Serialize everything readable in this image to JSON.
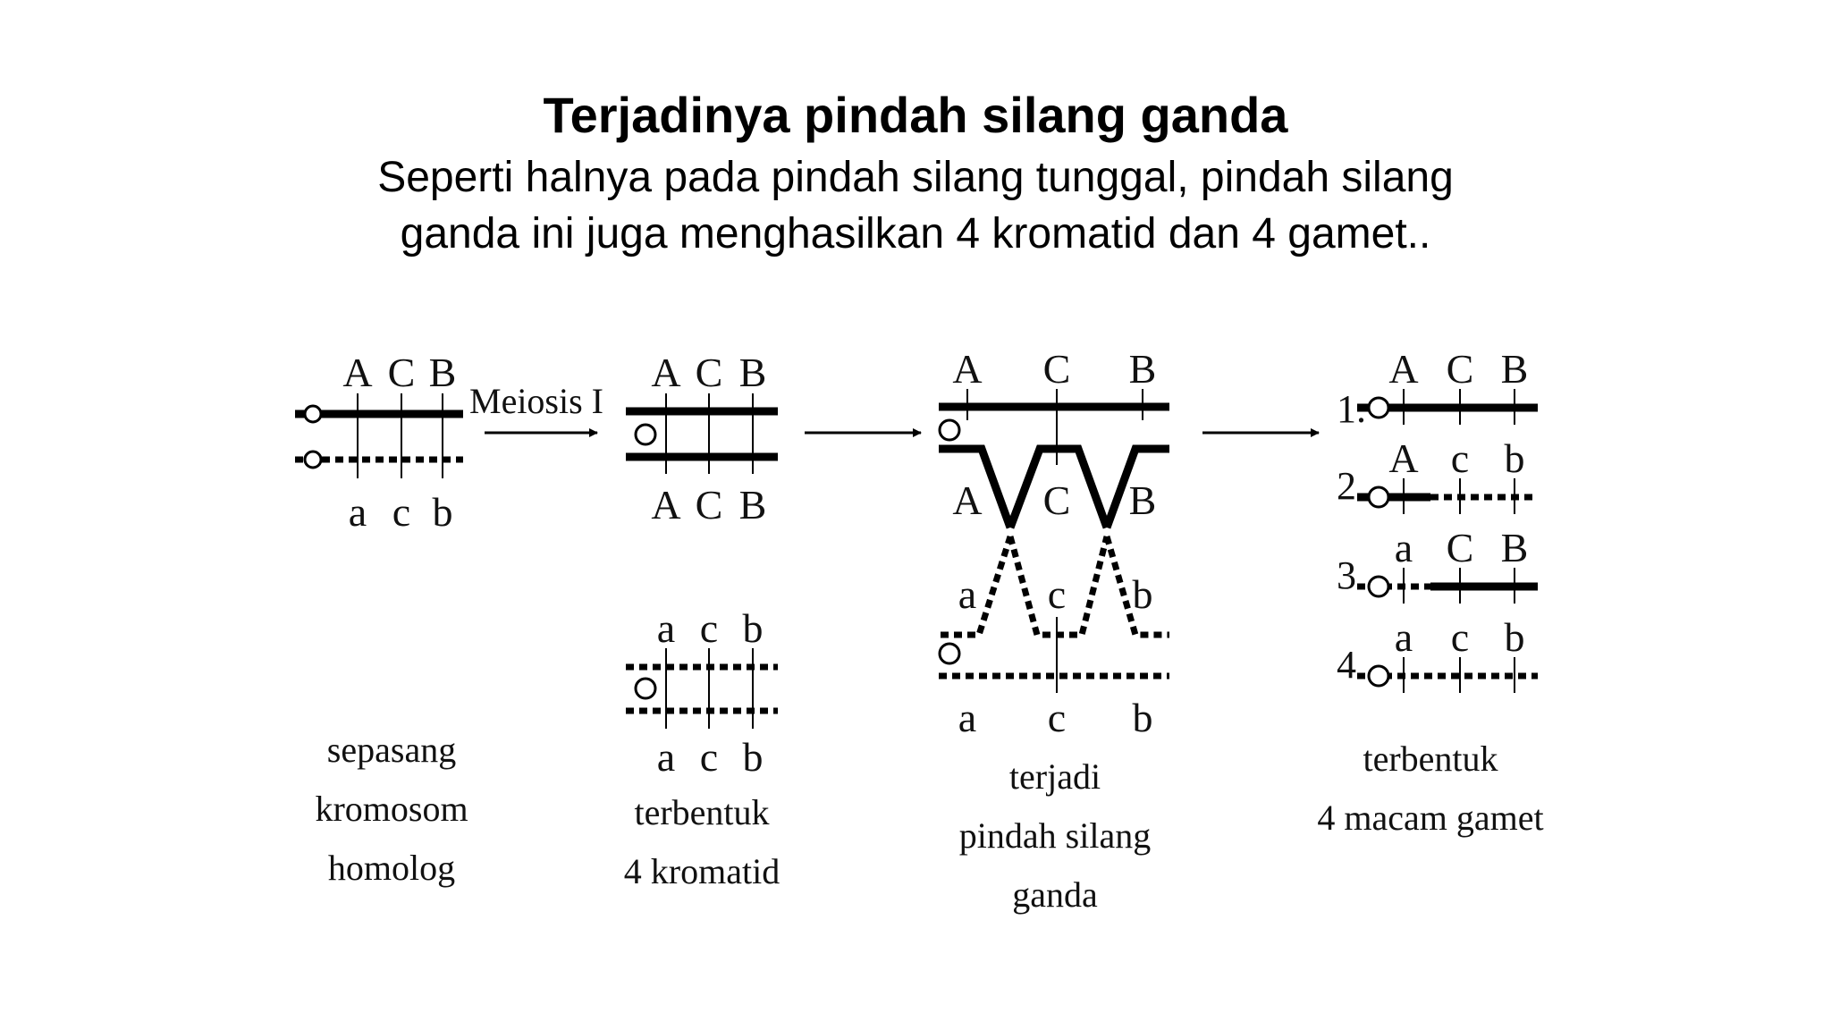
{
  "slide": {
    "title": "Terjadinya pindah silang ganda",
    "subtitle_line1": "Seperti halnya pada pindah silang tunggal, pindah silang",
    "subtitle_line2": "ganda ini juga menghasilkan 4 kromatid dan 4 gamet.."
  },
  "diagram": {
    "genes_upper": [
      "A",
      "C",
      "B"
    ],
    "genes_lower": [
      "a",
      "c",
      "b"
    ],
    "step1": {
      "caption_line1": "sepasang",
      "caption_line2": "kromosom",
      "caption_line3": "homolog"
    },
    "arrow_label": "Meiosis I",
    "step2": {
      "caption_line1": "terbentuk",
      "caption_line2": "4 kromatid"
    },
    "step3": {
      "caption_line1": "terjadi",
      "caption_line2": "pindah silang",
      "caption_line3": "ganda"
    },
    "step4": {
      "gametes": [
        {
          "number": "1.",
          "genes": [
            "A",
            "C",
            "B"
          ]
        },
        {
          "number": "2.",
          "genes": [
            "A",
            "c",
            "b"
          ]
        },
        {
          "number": "3.",
          "genes": [
            "a",
            "C",
            "B"
          ]
        },
        {
          "number": "4.",
          "genes": [
            "a",
            "c",
            "b"
          ]
        }
      ],
      "caption_line1": "terbentuk",
      "caption_line2": "4 macam gamet"
    }
  }
}
